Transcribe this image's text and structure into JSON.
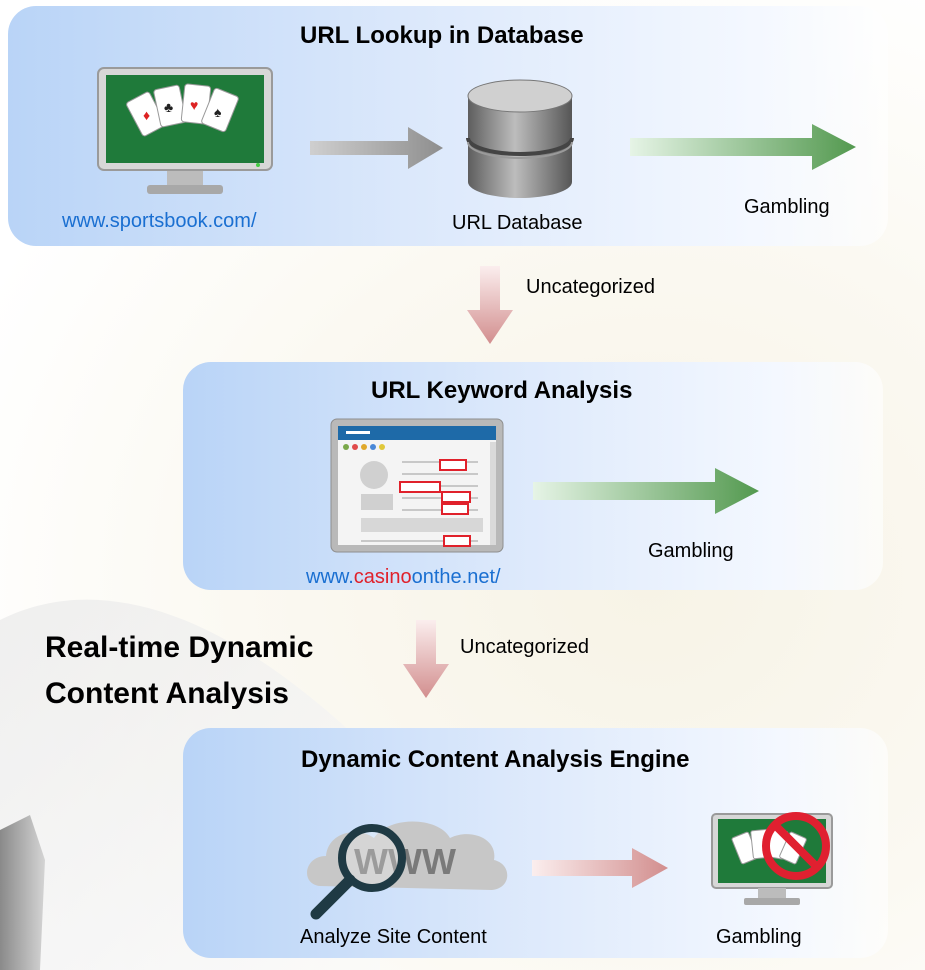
{
  "panels": {
    "lookup": {
      "title": "URL Lookup in Database",
      "site_url": "www.sportsbook.com/",
      "database_label": "URL Database",
      "result": "Gambling"
    },
    "keyword": {
      "title": "URL Keyword Analysis",
      "url_prefix": "www.",
      "url_keyword": "casino",
      "url_suffix": "onthe.net/",
      "result": "Gambling"
    },
    "dynamic": {
      "title": "Dynamic Content Analysis Engine",
      "analyze_label": "Analyze Site Content",
      "result": "Gambling",
      "web_text": "WWW"
    }
  },
  "flow": {
    "uncategorized_1": "Uncategorized",
    "uncategorized_2": "Uncategorized"
  },
  "section_title": {
    "line1": "Real-time Dynamic",
    "line2": "Content Analysis"
  },
  "colors": {
    "url_blue": "#1a6fd1",
    "keyword_red": "#e0212b",
    "result_arrow_green": "#5aa05a",
    "down_arrow_pink": "#d99a9a",
    "block_red": "#e02030"
  },
  "icons": [
    "monitor-cards-icon",
    "database-icon",
    "webpage-icon",
    "www-magnifier-icon",
    "blocked-monitor-icon"
  ]
}
